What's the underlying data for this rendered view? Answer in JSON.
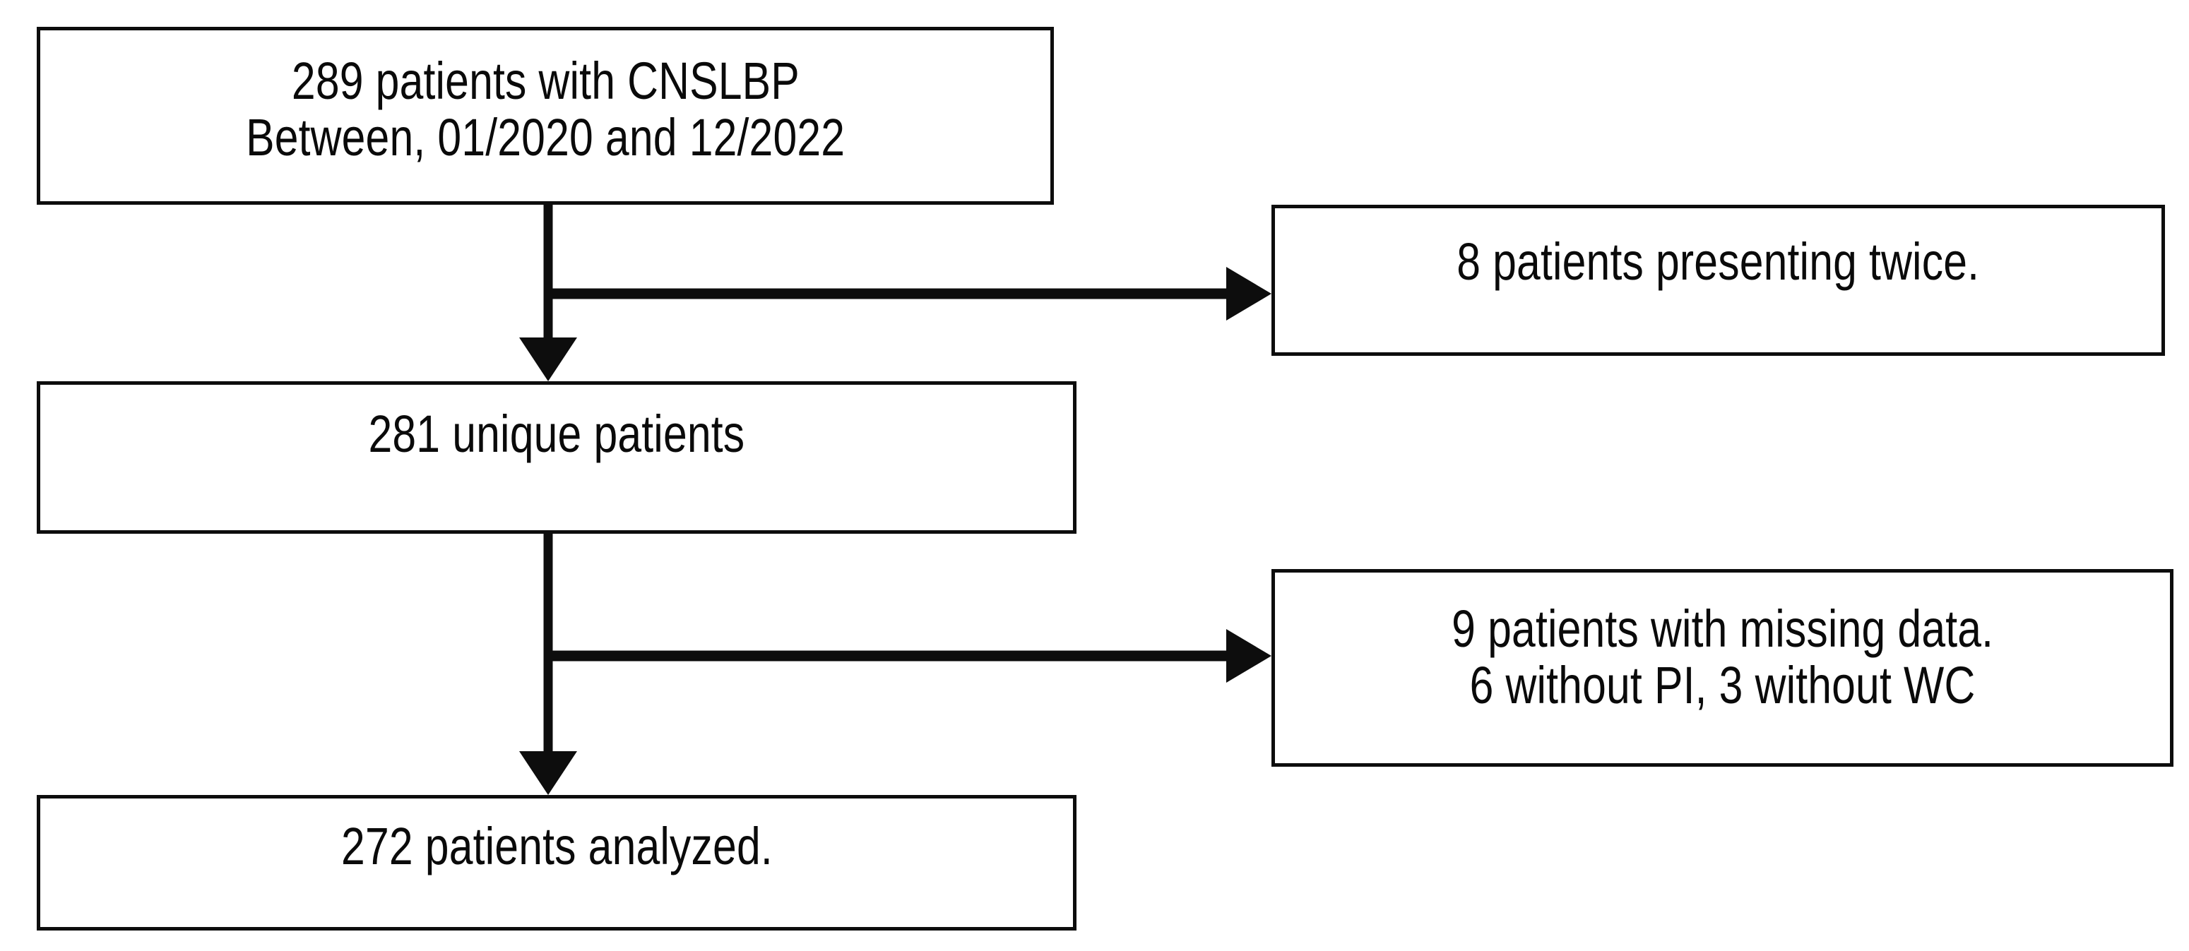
{
  "diagram": {
    "type": "flowchart",
    "title": "CNSLBP patient selection flow",
    "orientation": "top-to-bottom with right-side exclusion branches",
    "style": {
      "box_border_color": "#0d0d0d",
      "box_fill_color": "#ffffff",
      "connector_color": "#0d0d0d",
      "text_color": "#0a0a0a",
      "background_color": "#ffffff"
    },
    "nodes": [
      {
        "id": "source",
        "kind": "main",
        "lines": [
          "289 patients with CNSLBP",
          "Between, 01/2020 and 12/2022"
        ],
        "count": 289
      },
      {
        "id": "unique",
        "kind": "main",
        "lines": [
          "281 unique patients"
        ],
        "count": 281
      },
      {
        "id": "analyzed",
        "kind": "main",
        "lines": [
          "272 patients analyzed."
        ],
        "count": 272
      },
      {
        "id": "excluded-duplicates",
        "kind": "exclusion",
        "lines": [
          "8 patients presenting twice."
        ],
        "count": 8
      },
      {
        "id": "excluded-missing",
        "kind": "exclusion",
        "lines": [
          "9 patients with missing data.",
          "6 without PI, 3 without WC"
        ],
        "count": 9
      }
    ],
    "edges": [
      {
        "from": "source",
        "to": "unique",
        "direction": "down",
        "arrowhead": true
      },
      {
        "from": "source",
        "to": "excluded-duplicates",
        "direction": "right",
        "arrowhead": true
      },
      {
        "from": "unique",
        "to": "analyzed",
        "direction": "down",
        "arrowhead": true
      },
      {
        "from": "unique",
        "to": "excluded-missing",
        "direction": "right",
        "arrowhead": true
      }
    ]
  },
  "boxes": {
    "source": {
      "line1": "289 patients with CNSLBP",
      "line2": "Between, 01/2020 and 12/2022"
    },
    "unique": {
      "line1": "281 unique patients"
    },
    "analyzed": {
      "line1": "272 patients analyzed."
    },
    "excluded_duplicates": {
      "line1": "8 patients presenting twice."
    },
    "excluded_missing": {
      "line1": "9 patients with missing data.",
      "line2": "6 without PI, 3 without WC"
    }
  }
}
